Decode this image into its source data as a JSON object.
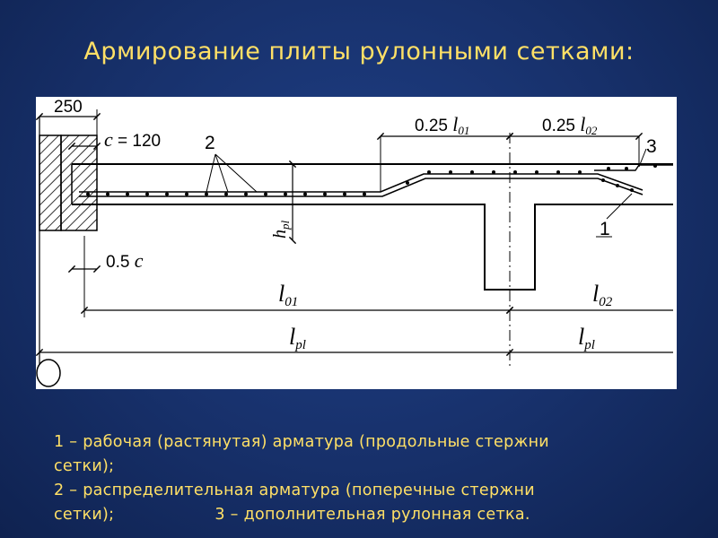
{
  "title": "Армирование плиты рулонными сетками:",
  "diagram": {
    "dim_wall": "250",
    "dim_c": "c = 120",
    "dim_half_c": "0.5 c",
    "dim_025_l01": "0.25 l01",
    "dim_025_l02": "0.25 l02",
    "label_h": "hpl",
    "label_l01": "l01",
    "label_l02": "l02",
    "label_lpl_left": "lpl",
    "label_lpl_right": "lpl",
    "callout_1": "1",
    "callout_2": "2",
    "callout_3": "3"
  },
  "legend": {
    "line1": "1 – рабочая (растянутая) арматура (продольные стержни",
    "line2": "сетки);",
    "line3": "2 – распределительная арматура (поперечные стержни",
    "line4a": "сетки);",
    "line4b": "3 – дополнительная рулонная сетка."
  }
}
